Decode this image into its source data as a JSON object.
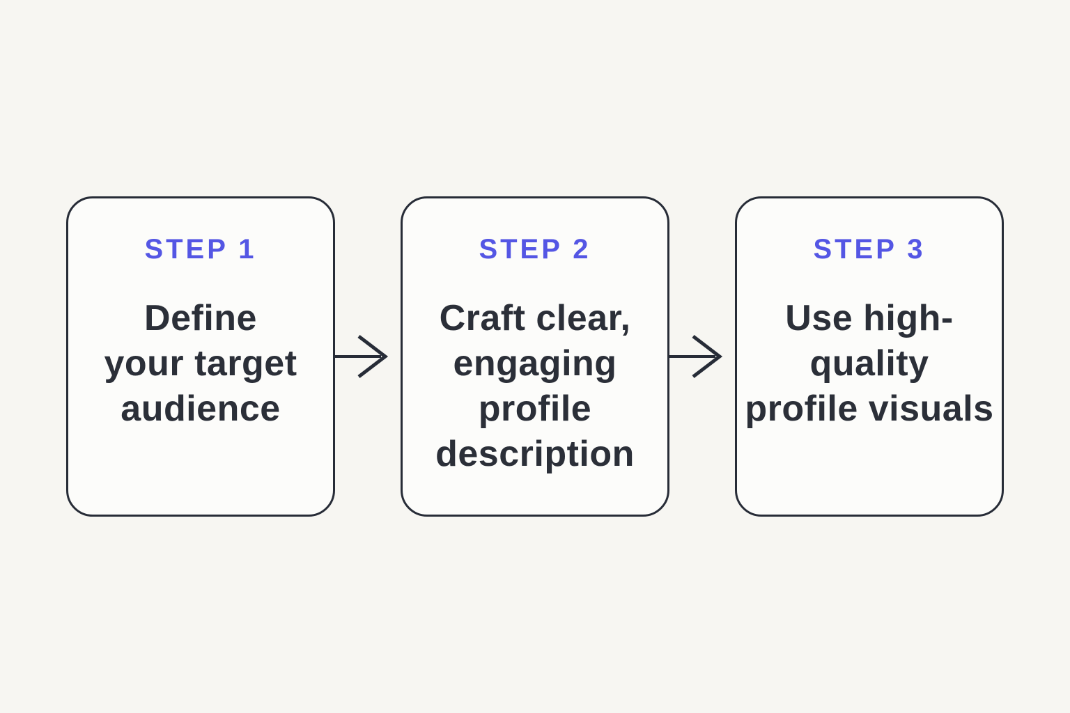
{
  "diagram": {
    "steps": [
      {
        "label": "STEP 1",
        "description": "Define your target audience",
        "lines": [
          "Define",
          "your target",
          "audience"
        ]
      },
      {
        "label": "STEP 2",
        "description": "Craft clear, engaging profile description",
        "lines": [
          "Craft clear,",
          "engaging",
          "profile",
          "description"
        ]
      },
      {
        "label": "STEP 3",
        "description": "Use high-quality profile visuals",
        "lines": [
          "Use high-",
          "quality",
          "profile visuals"
        ]
      }
    ],
    "colors": {
      "background": "#f7f6f2",
      "card_background": "#fcfcfa",
      "card_border": "#272c37",
      "accent": "#5456e4",
      "text": "#2b2f38",
      "arrow": "#272c37"
    }
  }
}
